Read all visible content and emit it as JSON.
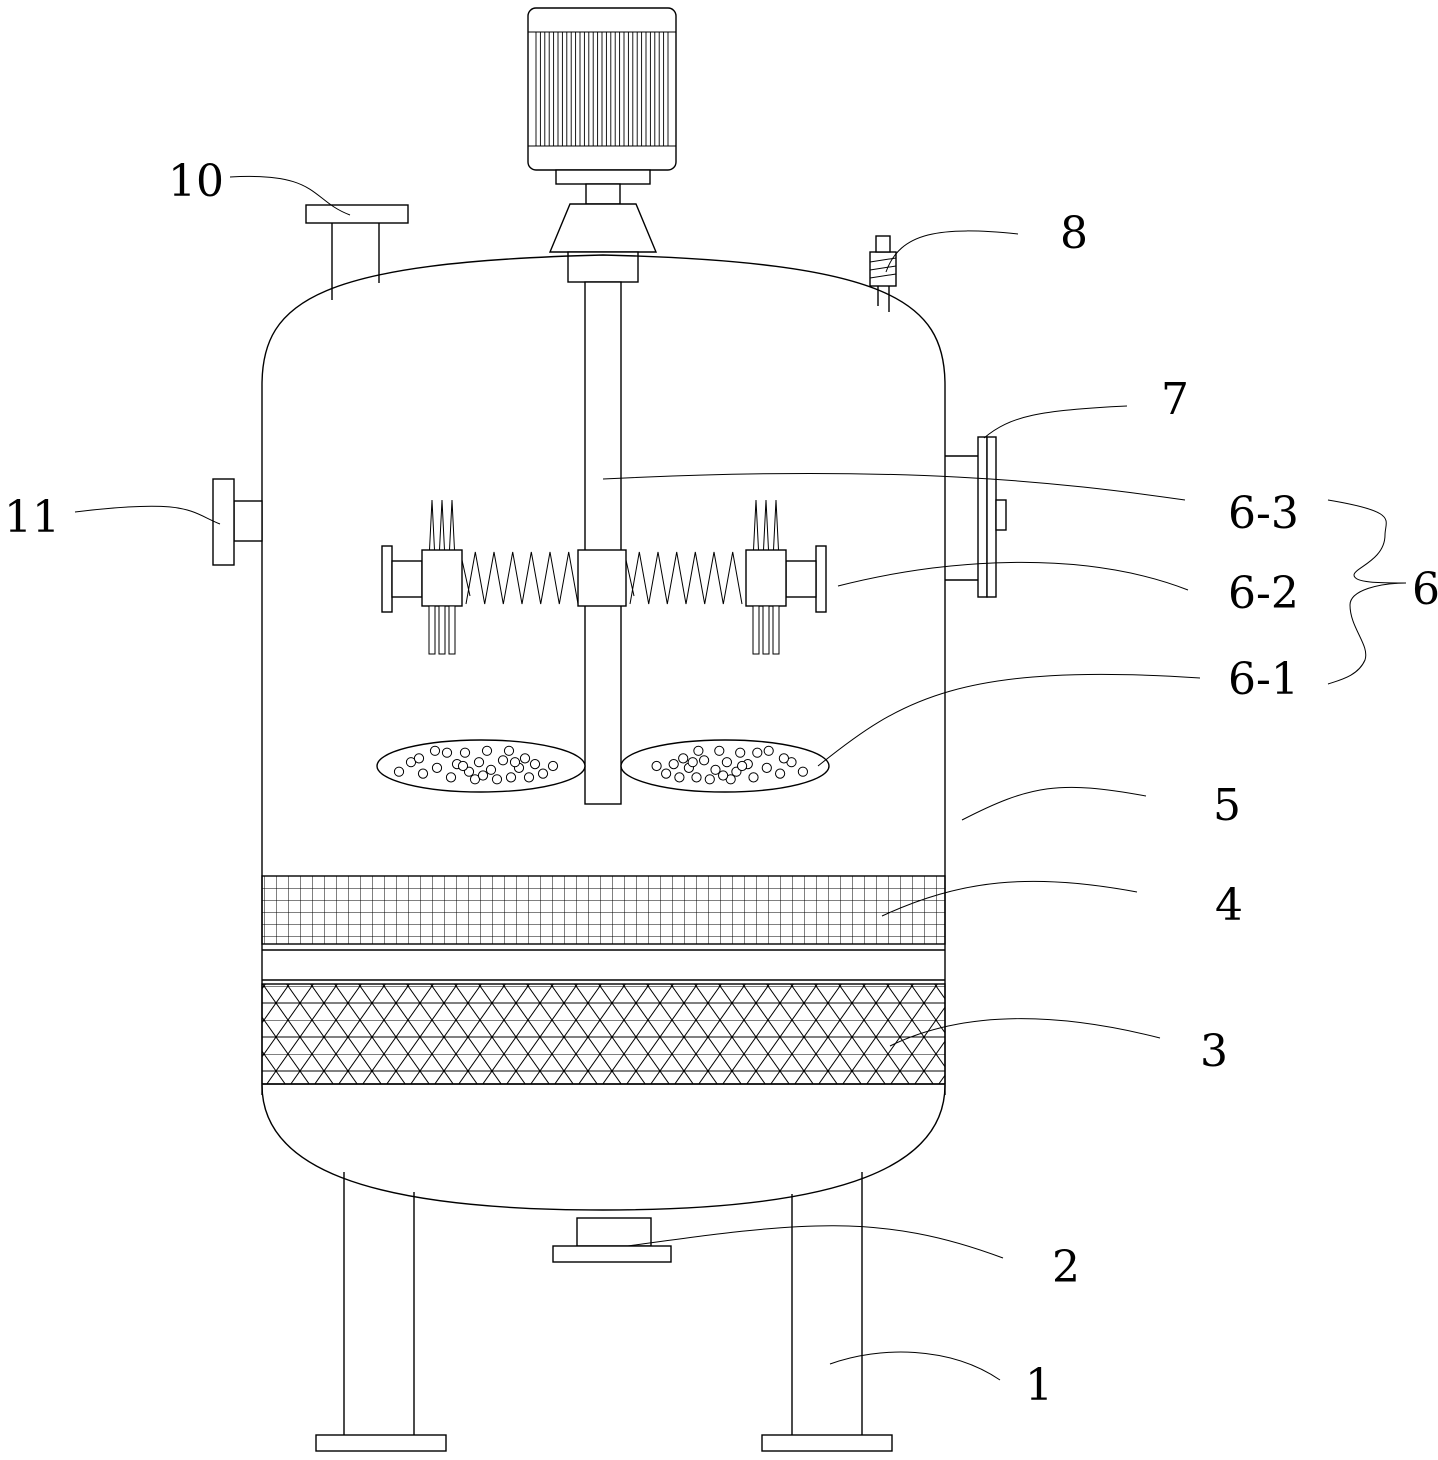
{
  "labels": {
    "l1": "1",
    "l2": "2",
    "l3": "3",
    "l4": "4",
    "l5": "5",
    "l6": "6",
    "l6_1": "6-1",
    "l6_2": "6-2",
    "l6_3": "6-3",
    "l7": "7",
    "l8": "8",
    "l10": "10",
    "l11": "11"
  }
}
